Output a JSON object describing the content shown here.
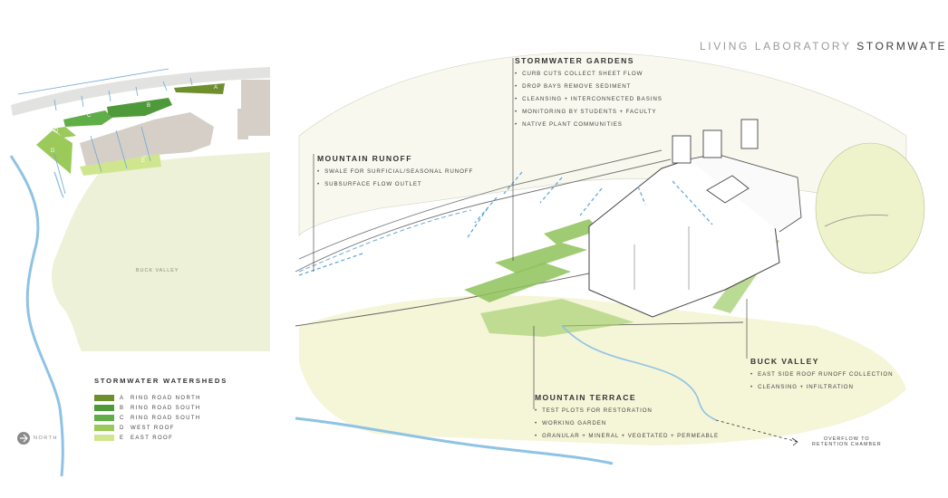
{
  "title": {
    "part1": "LIVING LABORATORY",
    "part2": "STORMWATER"
  },
  "callouts": {
    "stormwater_gardens": {
      "heading": "STORMWATER GARDENS",
      "items": [
        "CURB CUTS COLLECT SHEET FLOW",
        "DROP BAYS REMOVE SEDIMENT",
        "CLEANSING + INTERCONNECTED BASINS",
        "MONITORING BY STUDENTS + FACULTY",
        "NATIVE PLANT COMMUNITIES"
      ]
    },
    "mountain_runoff": {
      "heading": "MOUNTAIN RUNOFF",
      "items": [
        "SWALE FOR SURFICIAL/SEASONAL RUNOFF",
        "SUBSURFACE FLOW OUTLET"
      ]
    },
    "buck_valley": {
      "heading": "BUCK VALLEY",
      "items": [
        "EAST SIDE ROOF RUNOFF COLLECTION",
        "CLEANSING + INFILTRATION"
      ]
    },
    "mountain_terrace": {
      "heading": "MOUNTAIN TERRACE",
      "items": [
        "TEST PLOTS FOR RESTORATION",
        "WORKING GARDEN",
        "GRANULAR + MINERAL + VEGETATED + PERMEABLE"
      ]
    },
    "overflow": {
      "line1": "OVERFLOW TO",
      "line2": "RETENTION CHAMBER"
    }
  },
  "map": {
    "buck_valley_label": "BUCK VALLEY",
    "north_label": "NORTH",
    "zone_labels": [
      "A",
      "B",
      "C",
      "D",
      "D",
      "E"
    ]
  },
  "legend": {
    "title": "STORMWATER WATERSHEDS",
    "items": [
      {
        "letter": "A",
        "name": "RING ROAD NORTH",
        "color": "#6f8f2f"
      },
      {
        "letter": "B",
        "name": "RING ROAD SOUTH",
        "color": "#4e9a3a"
      },
      {
        "letter": "C",
        "name": "RING ROAD SOUTH",
        "color": "#5fae48"
      },
      {
        "letter": "D",
        "name": "WEST ROOF",
        "color": "#9bc95a"
      },
      {
        "letter": "E",
        "name": "EAST ROOF",
        "color": "#cfe68f"
      }
    ]
  },
  "colors": {
    "road": "#e2e2e0",
    "building": "#d6cfc7",
    "valley": "#edf1d8",
    "water": "#8fc3e4",
    "sketch_fill": "#f4f4d6",
    "accent_green": "#86b944"
  }
}
